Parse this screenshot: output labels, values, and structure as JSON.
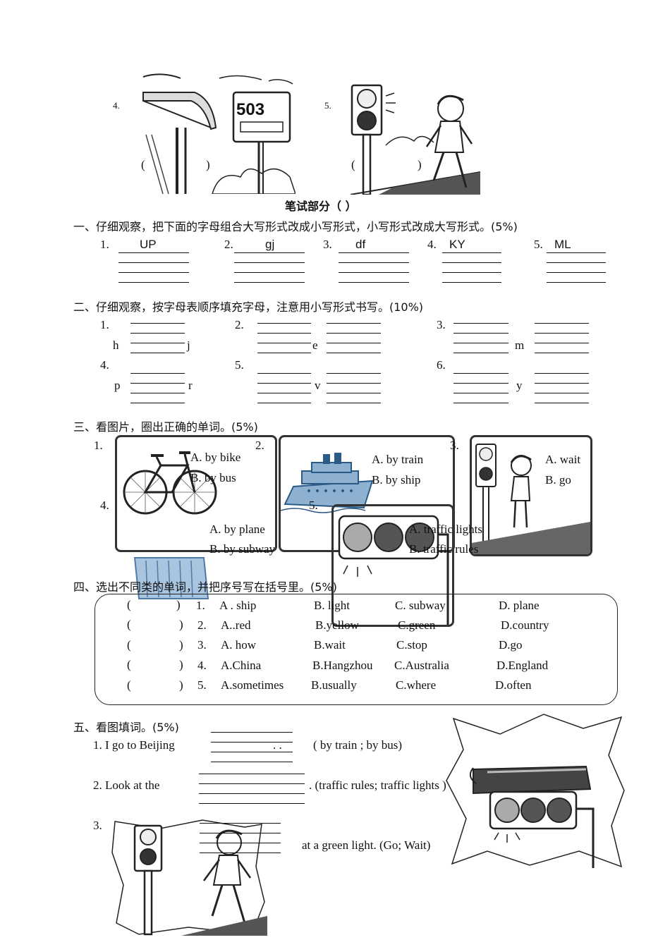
{
  "listening": {
    "q4_num": "4.",
    "q5_num": "5.",
    "paren_open": "(",
    "paren_close": ")",
    "sign_number": "503"
  },
  "written_title": "笔试部分（        ）",
  "sec1": {
    "heading": "一、仔细观察，把下面的字母组合大写形式改成小写形式，小写形式改成大写形式。(5%)",
    "items": [
      {
        "num": "1.",
        "word": "UP"
      },
      {
        "num": "2.",
        "word": "gj"
      },
      {
        "num": "3.",
        "word": "df"
      },
      {
        "num": "4.",
        "word": "KY"
      },
      {
        "num": "5.",
        "word": "ML"
      }
    ]
  },
  "sec2": {
    "heading": "二、仔细观察，按字母表顺序填充字母，注意用小写形式书写。(10%)",
    "items": [
      {
        "num": "1.",
        "a": "h",
        "b": "j"
      },
      {
        "num": "2.",
        "a": "e"
      },
      {
        "num": "3.",
        "a": "m"
      },
      {
        "num": "4.",
        "a": "p",
        "b": "r"
      },
      {
        "num": "5.",
        "a": "v"
      },
      {
        "num": "6.",
        "a": "y"
      }
    ]
  },
  "sec3": {
    "heading": "三、看图片，圈出正确的单词。(5%)",
    "q1": {
      "num": "1.",
      "a": "A.  by bike",
      "b": "B.  by bus"
    },
    "q2": {
      "num": "2.",
      "a": "A.  by train",
      "b": "B.  by ship"
    },
    "q3": {
      "num": "3.",
      "a": "A.  wait",
      "b": "B.  go"
    },
    "q4": {
      "num": "4.",
      "a": "A.  by plane",
      "b": "B.  by subway"
    },
    "q5": {
      "num": "5.",
      "a": "A.  traffic lights",
      "b": "B.  traffic rules"
    }
  },
  "sec4": {
    "heading": "四、选出不同类的单词，并把序号写在括号里。(5%)",
    "rows": [
      {
        "num": "1.",
        "a": "A . ship",
        "b": "B. light",
        "c": "C. subway",
        "d": "D. plane"
      },
      {
        "num": "2.",
        "a": "A..red",
        "b": "B.yellow",
        "c": "C.green",
        "d": "D.country"
      },
      {
        "num": "3.",
        "a": "A. how",
        "b": "B.wait",
        "c": "C.stop",
        "d": "D.go"
      },
      {
        "num": "4.",
        "a": "A.China",
        "b": "B.Hangzhou",
        "c": "C.Australia",
        "d": "D.England"
      },
      {
        "num": "5.",
        "a": "A.sometimes",
        "b": "B.usually",
        "c": "C.where",
        "d": "D.often"
      }
    ]
  },
  "sec5": {
    "heading": "五、看图填词。(5%)",
    "s1": {
      "text": "1. I go to Beijing",
      "end": ". .",
      "hint": "( by train ; by bus)"
    },
    "s2": {
      "text": "2. Look at the",
      "hint": ". (traffic rules; traffic lights )"
    },
    "s3": {
      "num": "3.",
      "hint": "at a green light. (Go; Wait)"
    }
  }
}
